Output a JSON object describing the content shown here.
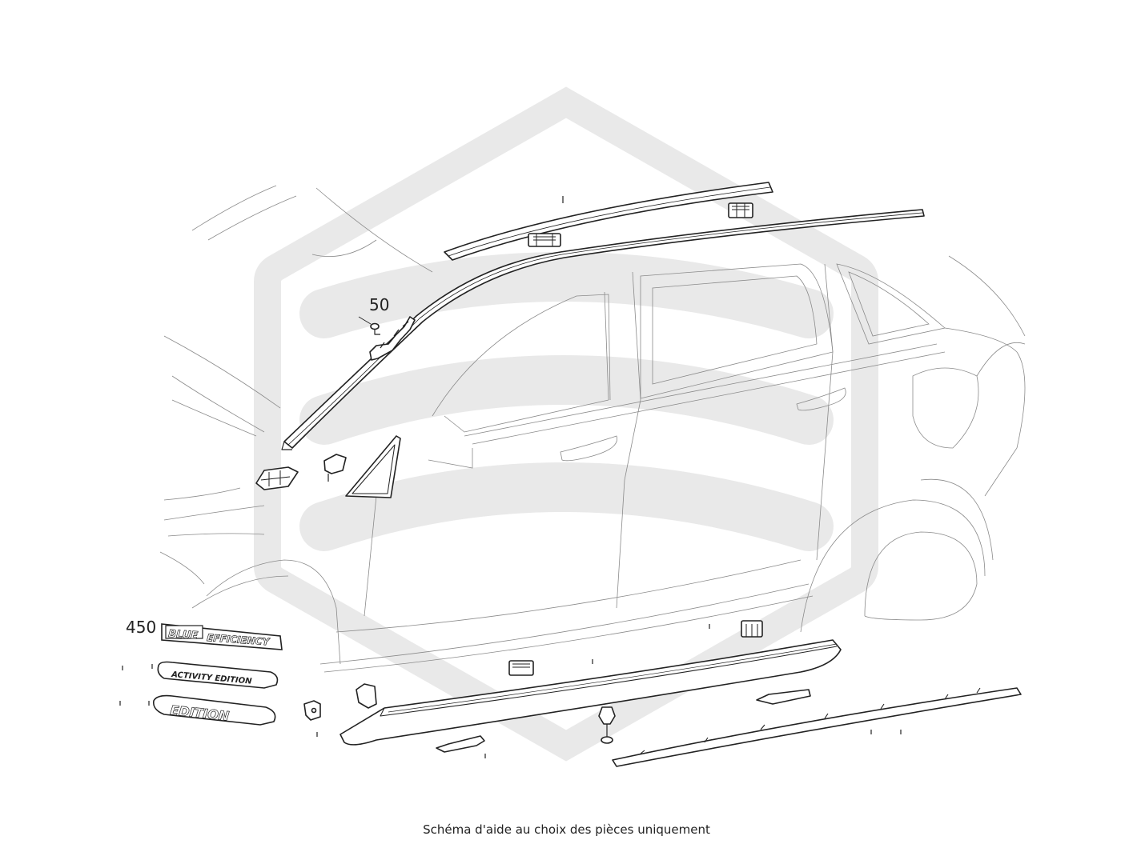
{
  "diagram": {
    "callouts": {
      "roof_clip_screw": "50",
      "badges": "450"
    },
    "badges": {
      "blue_word": "BLUE",
      "efficiency_word": "EFFICIENCY",
      "activity_edition": "ACTIVITY EDITION",
      "edition": "EDITION"
    },
    "colors": {
      "line": "#222222",
      "car_sketch": "#8a8a8a",
      "watermark": "#e9e9e9"
    }
  },
  "caption": "Schéma d'aide au choix des pièces uniquement"
}
